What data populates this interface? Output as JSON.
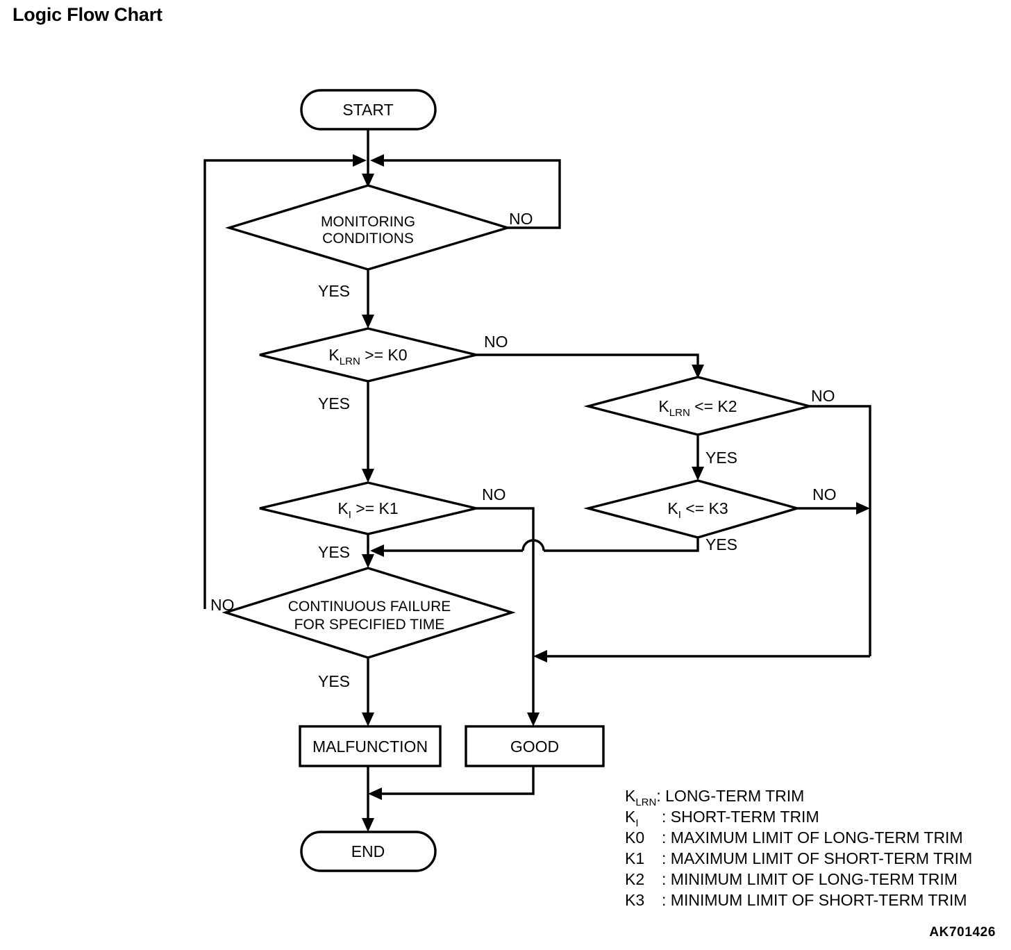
{
  "page": {
    "title": "Logic Flow Chart",
    "figure_code": "AK701426"
  },
  "chart_data": {
    "type": "diagram",
    "diagram_kind": "flowchart",
    "title": "Logic Flow Chart",
    "nodes": [
      {
        "id": "start",
        "shape": "terminator",
        "text": "START"
      },
      {
        "id": "monitor",
        "shape": "decision",
        "text_line1": "MONITORING",
        "text_line2": "CONDITIONS"
      },
      {
        "id": "klrn_k0",
        "shape": "decision",
        "text": "KLRN >= K0",
        "base": "K",
        "sub": "LRN",
        "rest": " >= K0"
      },
      {
        "id": "ki_k1",
        "shape": "decision",
        "text": "KI >= K1",
        "base": "K",
        "sub": "I",
        "rest": " >= K1"
      },
      {
        "id": "klrn_k2",
        "shape": "decision",
        "text": "KLRN <= K2",
        "base": "K",
        "sub": "LRN",
        "rest": " <= K2"
      },
      {
        "id": "ki_k3",
        "shape": "decision",
        "text": "KI <= K3",
        "base": "K",
        "sub": "I",
        "rest": " <= K3"
      },
      {
        "id": "failure",
        "shape": "decision",
        "text_line1": "CONTINUOUS FAILURE",
        "text_line2": "FOR SPECIFIED TIME"
      },
      {
        "id": "malfunction",
        "shape": "process",
        "text": "MALFUNCTION"
      },
      {
        "id": "good",
        "shape": "process",
        "text": "GOOD"
      },
      {
        "id": "end",
        "shape": "terminator",
        "text": "END"
      }
    ],
    "edges": [
      {
        "from": "start",
        "to": "monitor",
        "label": ""
      },
      {
        "from": "monitor",
        "to": "monitor",
        "label": "NO"
      },
      {
        "from": "monitor",
        "to": "klrn_k0",
        "label": "YES"
      },
      {
        "from": "klrn_k0",
        "to": "klrn_k2",
        "label": "NO"
      },
      {
        "from": "klrn_k0",
        "to": "ki_k1",
        "label": "YES"
      },
      {
        "from": "klrn_k2",
        "to": "good",
        "label": "NO"
      },
      {
        "from": "klrn_k2",
        "to": "ki_k3",
        "label": "YES"
      },
      {
        "from": "ki_k3",
        "to": "good",
        "label": "NO"
      },
      {
        "from": "ki_k3",
        "to": "failure",
        "label": "YES"
      },
      {
        "from": "ki_k1",
        "to": "good",
        "label": "NO"
      },
      {
        "from": "ki_k1",
        "to": "failure",
        "label": "YES"
      },
      {
        "from": "failure",
        "to": "monitor",
        "label": "NO"
      },
      {
        "from": "failure",
        "to": "malfunction",
        "label": "YES"
      },
      {
        "from": "malfunction",
        "to": "end",
        "label": ""
      },
      {
        "from": "good",
        "to": "end",
        "label": ""
      }
    ],
    "branch_labels": {
      "monitor_no": "NO",
      "monitor_yes": "YES",
      "klrn_k0_no": "NO",
      "klrn_k0_yes": "YES",
      "klrn_k2_no": "NO",
      "klrn_k2_yes": "YES",
      "ki_k1_no": "NO",
      "ki_k1_yes": "YES",
      "ki_k3_no": "NO",
      "ki_k3_yes": "YES",
      "failure_no": "NO",
      "failure_yes": "YES"
    }
  },
  "nodes": {
    "start": "START",
    "monitor_l1": "MONITORING",
    "monitor_l2": "CONDITIONS",
    "klrn_k0_base": "K",
    "klrn_k0_sub": "LRN",
    "klrn_k0_rest": " >= K0",
    "ki_k1_base": "K",
    "ki_k1_sub": "I",
    "ki_k1_rest": " >= K1",
    "klrn_k2_base": "K",
    "klrn_k2_sub": "LRN",
    "klrn_k2_rest": " <= K2",
    "ki_k3_base": "K",
    "ki_k3_sub": "I",
    "ki_k3_rest": " <= K3",
    "failure_l1": "CONTINUOUS FAILURE",
    "failure_l2": "FOR SPECIFIED TIME",
    "malfunction": "MALFUNCTION",
    "good": "GOOD",
    "end": "END"
  },
  "branches": {
    "monitor_no": "NO",
    "monitor_yes": "YES",
    "klrn_k0_no": "NO",
    "klrn_k0_yes": "YES",
    "klrn_k2_no": "NO",
    "klrn_k2_yes": "YES",
    "ki_k1_no": "NO",
    "ki_k1_yes": "YES",
    "ki_k3_no": "NO",
    "ki_k3_yes": "YES",
    "failure_no": "NO",
    "failure_yes": "YES"
  },
  "legend": {
    "rows": [
      {
        "symbol_base": "K",
        "symbol_sub": "LRN",
        "symbol_plain": "",
        "separator": ": ",
        "description": "LONG-TERM TRIM"
      },
      {
        "symbol_base": "K",
        "symbol_sub": "I",
        "symbol_plain": "",
        "separator": ": ",
        "description": "SHORT-TERM TRIM"
      },
      {
        "symbol_base": "",
        "symbol_sub": "",
        "symbol_plain": "K0",
        "separator": ": ",
        "description": "MAXIMUM LIMIT OF LONG-TERM TRIM"
      },
      {
        "symbol_base": "",
        "symbol_sub": "",
        "symbol_plain": "K1",
        "separator": ": ",
        "description": "MAXIMUM LIMIT OF SHORT-TERM TRIM"
      },
      {
        "symbol_base": "",
        "symbol_sub": "",
        "symbol_plain": "K2",
        "separator": ": ",
        "description": "MINIMUM LIMIT OF LONG-TERM TRIM"
      },
      {
        "symbol_base": "",
        "symbol_sub": "",
        "symbol_plain": "K3",
        "separator": ": ",
        "description": "MINIMUM LIMIT OF SHORT-TERM TRIM"
      }
    ]
  },
  "colors": {
    "ink": "#000000",
    "paper": "#ffffff"
  }
}
